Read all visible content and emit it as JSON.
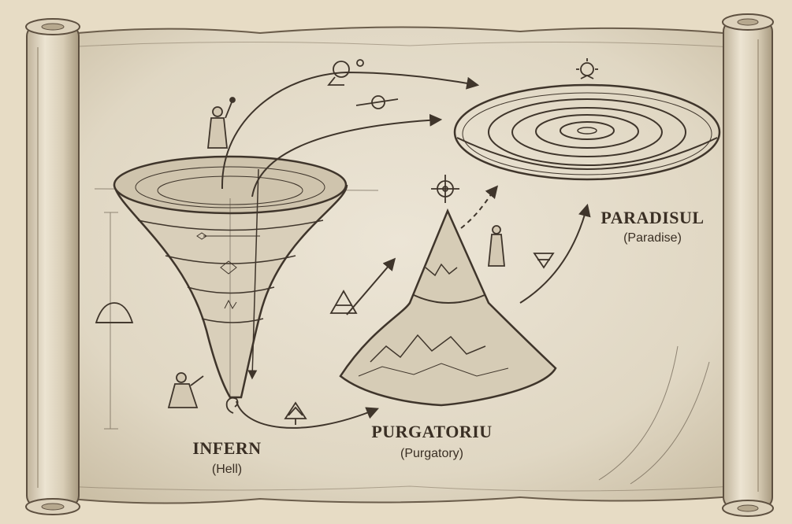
{
  "colors": {
    "background": "#e7dcc5",
    "parchment": "#e4dcca",
    "ink": "#3f352b",
    "roll": "#d9ceb8"
  },
  "labels": {
    "hell": {
      "title": "INFERN",
      "subtitle": "(Hell)"
    },
    "purgatory": {
      "title": "PURGATORIU",
      "subtitle": "(Purgatory)"
    },
    "paradise": {
      "title": "PARADISUL",
      "subtitle": "(Paradise)"
    }
  }
}
